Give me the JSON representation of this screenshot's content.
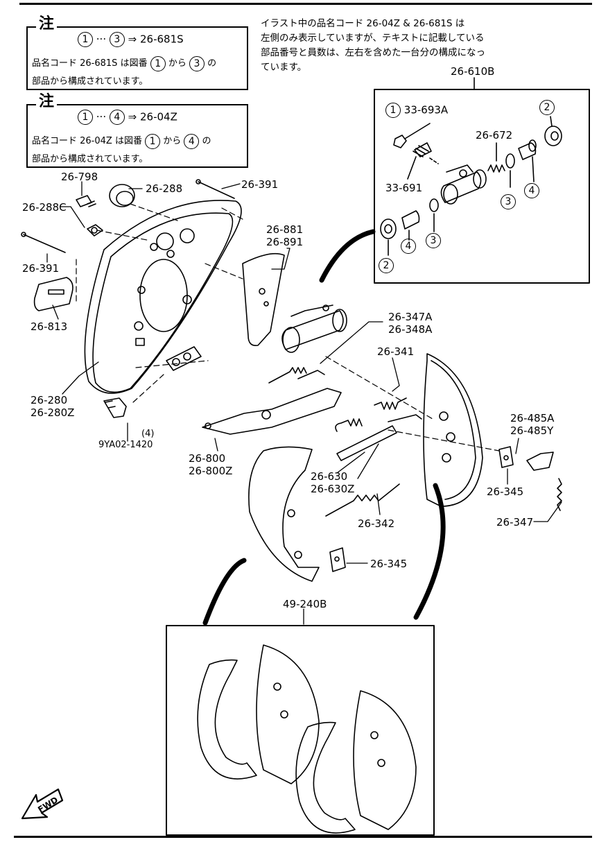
{
  "note1": {
    "title": "注",
    "formula_from": "1",
    "formula_dots": "···",
    "formula_to": "3",
    "formula_arrow": "⇒",
    "formula_code": "26-681S",
    "line2_prefix": "品名コード 26-681S は図番",
    "line2_from": "1",
    "line2_mid": "から",
    "line2_to": "3",
    "line2_suffix": "の",
    "line3": "部品から構成されています。"
  },
  "note2": {
    "title": "注",
    "formula_from": "1",
    "formula_dots": "···",
    "formula_to": "4",
    "formula_arrow": "⇒",
    "formula_code": "26-04Z",
    "line2_prefix": "品名コード 26-04Z は図番",
    "line2_from": "1",
    "line2_mid": "から",
    "line2_to": "4",
    "line2_suffix": "の",
    "line3": "部品から構成されています。"
  },
  "jp_note": {
    "line1": "イラスト中の品名コード 26-04Z & 26-681S は",
    "line2": "左側のみ表示していますが、テキストに記載している",
    "line3": "部品番号と員数は、左右を含めた一台分の構成になっ",
    "line4": "ています。"
  },
  "kit_box": {
    "code": "26-610B",
    "label_1_code": "33-693A",
    "label_1_num": "1",
    "label_2_num": "2",
    "label_3_num": "3",
    "label_4_num": "4",
    "label_672": "26-672",
    "label_691": "33-691"
  },
  "parts": {
    "p_798": "26-798",
    "p_288": "26-288",
    "p_391_top": "26-391",
    "p_288c": "26-288C",
    "p_391_left": "26-391",
    "p_881": "26-881",
    "p_891": "26-891",
    "p_813": "26-813",
    "p_347a": "26-347A",
    "p_348a": "26-348A",
    "p_341": "26-341",
    "p_280": "26-280",
    "p_280z": "26-280Z",
    "p_qty": "(4)",
    "p_9ya": "9YA02-1420",
    "p_800": "26-800",
    "p_800z": "26-800Z",
    "p_485a": "26-485A",
    "p_485y": "26-485Y",
    "p_630": "26-630",
    "p_630z": "26-630Z",
    "p_345_right": "26-345",
    "p_342": "26-342",
    "p_347": "26-347",
    "p_345_bottom": "26-345"
  },
  "shoe_box": {
    "code": "49-240B"
  },
  "fwd_label": "FWD",
  "colors": {
    "ink": "#000000",
    "paper": "#ffffff"
  }
}
